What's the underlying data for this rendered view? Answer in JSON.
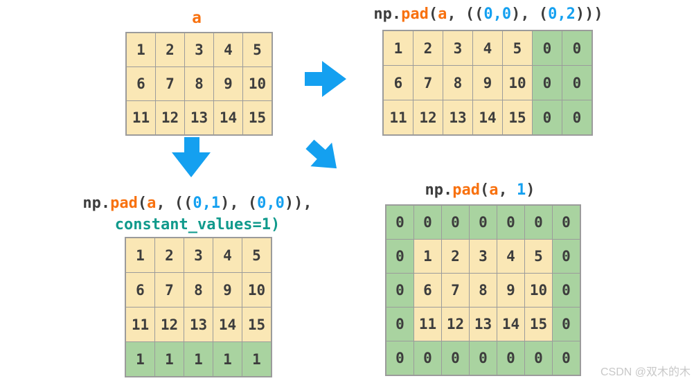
{
  "colors": {
    "orange": "#f8710f",
    "blue": "#14a0f0",
    "teal": "#119a8c",
    "dark": "#3d3d3d",
    "cell_original": "#fae7b5",
    "cell_padding": "#a9d3a0",
    "grid_border": "#9b9b9b",
    "arrow_blue": "#14a0f0",
    "watermark_gray": "#c8c8c8"
  },
  "watermark": "CSDN @双木的木",
  "panels": {
    "matrix_a": {
      "title_lines": [
        [
          {
            "t": "a",
            "c": "fn"
          }
        ]
      ],
      "grid": {
        "values": [
          [
            1,
            2,
            3,
            4,
            5
          ],
          [
            6,
            7,
            8,
            9,
            10
          ],
          [
            11,
            12,
            13,
            14,
            15
          ]
        ],
        "pad": [
          [
            0,
            0,
            0,
            0,
            0
          ],
          [
            0,
            0,
            0,
            0,
            0
          ],
          [
            0,
            0,
            0,
            0,
            0
          ]
        ]
      }
    },
    "pad_cols": {
      "title_lines": [
        [
          {
            "t": "np.",
            "c": "code"
          },
          {
            "t": "pad",
            "c": "fn"
          },
          {
            "t": "(",
            "c": "code"
          },
          {
            "t": "a",
            "c": "fn"
          },
          {
            "t": ", ((",
            "c": "code"
          },
          {
            "t": "0,0",
            "c": "num"
          },
          {
            "t": "), (",
            "c": "code"
          },
          {
            "t": "0,2",
            "c": "num"
          },
          {
            "t": ")))",
            "c": "code"
          }
        ]
      ],
      "grid": {
        "values": [
          [
            1,
            2,
            3,
            4,
            5,
            0,
            0
          ],
          [
            6,
            7,
            8,
            9,
            10,
            0,
            0
          ],
          [
            11,
            12,
            13,
            14,
            15,
            0,
            0
          ]
        ],
        "pad": [
          [
            0,
            0,
            0,
            0,
            0,
            1,
            1
          ],
          [
            0,
            0,
            0,
            0,
            0,
            1,
            1
          ],
          [
            0,
            0,
            0,
            0,
            0,
            1,
            1
          ]
        ]
      }
    },
    "pad_rows": {
      "title_lines": [
        [
          {
            "t": "np.",
            "c": "code"
          },
          {
            "t": "pad",
            "c": "fn"
          },
          {
            "t": "(",
            "c": "code"
          },
          {
            "t": "a",
            "c": "fn"
          },
          {
            "t": ", ((",
            "c": "code"
          },
          {
            "t": "0,1",
            "c": "num"
          },
          {
            "t": "), (",
            "c": "code"
          },
          {
            "t": "0,0",
            "c": "num"
          },
          {
            "t": ")),",
            "c": "code"
          }
        ],
        [
          {
            "t": "constant_values=1)",
            "c": "kw"
          }
        ]
      ],
      "grid": {
        "values": [
          [
            1,
            2,
            3,
            4,
            5
          ],
          [
            6,
            7,
            8,
            9,
            10
          ],
          [
            11,
            12,
            13,
            14,
            15
          ],
          [
            1,
            1,
            1,
            1,
            1
          ]
        ],
        "pad": [
          [
            0,
            0,
            0,
            0,
            0
          ],
          [
            0,
            0,
            0,
            0,
            0
          ],
          [
            0,
            0,
            0,
            0,
            0
          ],
          [
            1,
            1,
            1,
            1,
            1
          ]
        ]
      }
    },
    "pad_all": {
      "title_lines": [
        [
          {
            "t": "np.",
            "c": "code"
          },
          {
            "t": "pad",
            "c": "fn"
          },
          {
            "t": "(",
            "c": "code"
          },
          {
            "t": "a",
            "c": "fn"
          },
          {
            "t": ", ",
            "c": "code"
          },
          {
            "t": "1",
            "c": "num"
          },
          {
            "t": ")",
            "c": "code"
          }
        ]
      ],
      "grid": {
        "values": [
          [
            0,
            0,
            0,
            0,
            0,
            0,
            0
          ],
          [
            0,
            1,
            2,
            3,
            4,
            5,
            0
          ],
          [
            0,
            6,
            7,
            8,
            9,
            10,
            0
          ],
          [
            0,
            11,
            12,
            13,
            14,
            15,
            0
          ],
          [
            0,
            0,
            0,
            0,
            0,
            0,
            0
          ]
        ],
        "pad": [
          [
            1,
            1,
            1,
            1,
            1,
            1,
            1
          ],
          [
            1,
            0,
            0,
            0,
            0,
            0,
            1
          ],
          [
            1,
            0,
            0,
            0,
            0,
            0,
            1
          ],
          [
            1,
            0,
            0,
            0,
            0,
            0,
            1
          ],
          [
            1,
            1,
            1,
            1,
            1,
            1,
            1
          ]
        ]
      }
    }
  }
}
